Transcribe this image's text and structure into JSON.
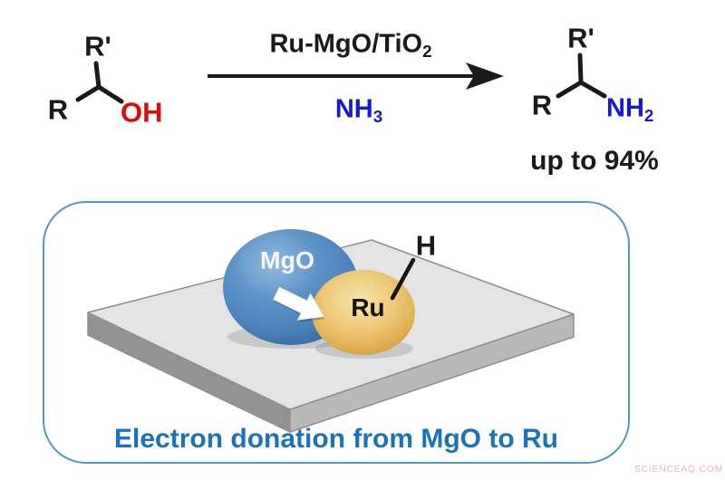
{
  "scheme": {
    "reactant": {
      "r_prime": "R'",
      "r": "R",
      "hydroxyl": "OH"
    },
    "catalyst": {
      "main": "Ru-MgO/TiO",
      "sub": "2"
    },
    "reagent": {
      "main": "NH",
      "sub": "3"
    },
    "product": {
      "r_prime": "R'",
      "r": "R",
      "amine_main": "NH",
      "amine_sub": "2"
    },
    "yield_text": "up to 94%"
  },
  "mechanism_box": {
    "mgo_label": "MgO",
    "ru_label": "Ru",
    "hydride_label": "H",
    "caption": "Electron donation from MgO to Ru"
  },
  "watermark": "SCIENCEAQ.COM",
  "colors": {
    "hydroxyl_red": "#dd0b0b",
    "amine_blue": "#1818d2",
    "caption_blue": "#1b72b8",
    "box_border": "#5598b8",
    "mgo_blue": "#5e93c8",
    "ru_gold": "#e2b45e",
    "support_gray_top": "#e4e4e4",
    "support_gray_left": "#939393",
    "support_gray_right": "#b9b9b9",
    "watermark_pink": "#f2afb8"
  }
}
